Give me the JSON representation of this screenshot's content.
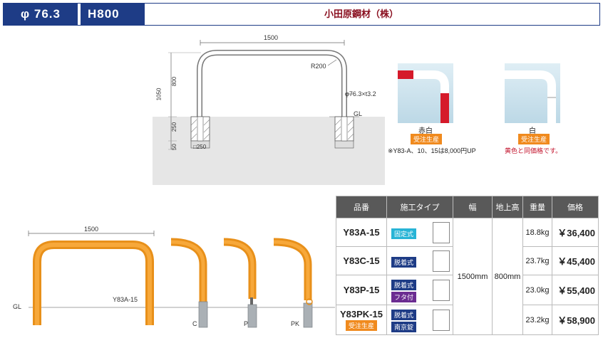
{
  "header": {
    "diameter": "φ 76.3",
    "height": "H800",
    "maker": "小田原鋼材（株）"
  },
  "diagram": {
    "width_label": "1500",
    "radius_label": "R200",
    "pipe_label": "φ76.3×t3.2",
    "gl_label": "GL",
    "h1050": "1050",
    "h800": "800",
    "h250": "250",
    "h50": "50",
    "base_label": "□250"
  },
  "colors": {
    "red_white": {
      "name": "赤白",
      "badge": "受注生産",
      "note": "※Y83-A、10、15は8,000円UP"
    },
    "white": {
      "name": "白",
      "badge": "受注生産",
      "note": "黄色と同価格です。"
    }
  },
  "lower": {
    "width_label": "1500",
    "gl_label": "GL",
    "model_label": "Y83A-15",
    "type_c": "C",
    "type_p": "P",
    "type_pk": "PK"
  },
  "table": {
    "headers": [
      "品番",
      "施工タイプ",
      "幅",
      "地上高",
      "重量",
      "価格"
    ],
    "shared_width": "1500mm",
    "shared_height": "800mm",
    "rows": [
      {
        "model": "Y83A-15",
        "types": [
          "固定式"
        ],
        "weight": "18.8kg",
        "price": "￥36,400"
      },
      {
        "model": "Y83C-15",
        "types": [
          "脱着式"
        ],
        "weight": "23.7kg",
        "price": "￥45,400"
      },
      {
        "model": "Y83P-15",
        "types": [
          "脱着式",
          "フタ付"
        ],
        "weight": "23.0kg",
        "price": "￥55,400"
      },
      {
        "model": "Y83PK-15",
        "model_badge": "受注生産",
        "types": [
          "脱着式",
          "南京錠"
        ],
        "weight": "23.2kg",
        "price": "￥58,900"
      }
    ]
  }
}
